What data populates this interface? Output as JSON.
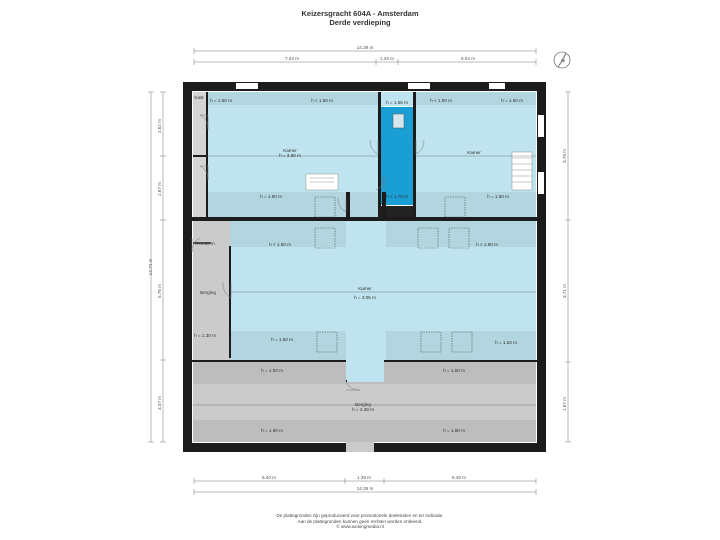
{
  "header": {
    "title": "Keizersgracht 604A - Amsterdam",
    "subtitle": "Derde verdieping"
  },
  "dimensions": {
    "top_total": "14.39 m",
    "top_left": "7.32 m",
    "top_mid": "1.26 m",
    "top_right": "5.04 m",
    "bottom_left": "6.40 m",
    "bottom_mid": "1.39 m",
    "bottom_right": "6.40 m",
    "bottom_total": "14.39 m",
    "left_total": "14.74 m",
    "left_1": "2.62 m",
    "left_2": "2.67 m",
    "left_3": "5.76 m",
    "left_4": "3.37 m",
    "right_1": "3.78 m",
    "right_2": "3.71 m",
    "right_3": "1.67 m"
  },
  "labels": {
    "h_150": "h = 1.50 m",
    "h_lt_150": "h < 1.50 m",
    "h_lt_150_b": "h < 1.50 m",
    "h_small": "h<1.50 m",
    "h_150_right": "h = 1.50 m",
    "kamer_1": "Kamer",
    "kamer_1_h": "h = 3.60 m",
    "kamer_2": "Kamer",
    "kamer_main": "Kamer",
    "kamer_main_h": "h = 3.05 m",
    "berging_left": "Berging",
    "berging_bottom": "Berging",
    "berging_bottom_h": "h = 2.38 m",
    "h_130": "h = 1.30 m",
    "h_130_b": "h = 1.30 m",
    "kast": "Kast",
    "h_155": "h = 1.55 m",
    "h_190": "h = 1.90 m",
    "h_190_b": "h = 1.90 m",
    "h_150_c": "h = 1.50 m",
    "h_153": "h = 1.53 m",
    "h_180": "h = 1.80 m",
    "h_179": "h < 1.79 m",
    "h_155_b": "h = 1.55 m"
  },
  "footer": {
    "line1": "De plattegronden zijn geproduceerd voor promotionele doeleinden en ter indicatie.",
    "line2": "Aan de plattegronden kunnen geen rechten worden ontleend.",
    "line3": "© www.woningmedia.nl"
  },
  "compass": {
    "letter": "N"
  },
  "colors": {
    "room": "#bfe4ef",
    "low": "#b2d5df",
    "storage": "#cbcbcb",
    "wall": "#1c1c1c",
    "bath": "#1a9fd4"
  }
}
